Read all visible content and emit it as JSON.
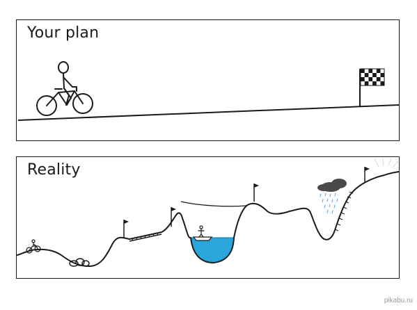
{
  "panels": {
    "plan": {
      "title": "Your plan"
    },
    "reality": {
      "title": "Reality"
    }
  },
  "watermark": "pikabu.ru",
  "colors": {
    "ink": "#1a1a1a",
    "water": "#2aa6dc",
    "cloud": "#4a4a4a",
    "rain": "#5aa0d8"
  }
}
